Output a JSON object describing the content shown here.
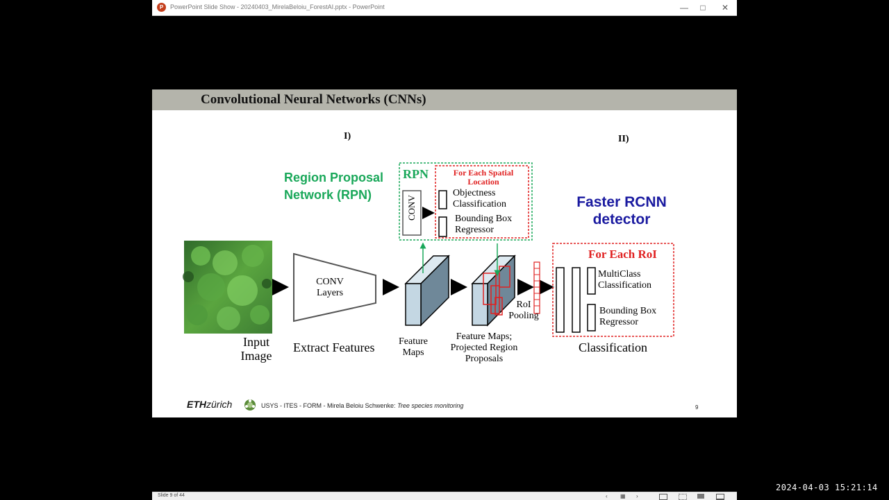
{
  "window": {
    "title": "PowerPoint Slide Show  -  20240403_MirelaBeloiu_ForestAI.pptx  -  PowerPoint",
    "app_icon": "P",
    "controls": {
      "restore_icon": "❐",
      "minimize_icon": "—",
      "maximize_icon": "□",
      "close_icon": "✕"
    }
  },
  "slide": {
    "title": "Convolutional Neural Networks (CNNs)",
    "part_1": "I)",
    "part_2": "II)",
    "rpn_heading": [
      "Region Proposal",
      "Network (RPN)"
    ],
    "rpn_box_label": "RPN",
    "rpn_conv": "CONV",
    "spatial_heading": [
      "For Each Spatial",
      "Location"
    ],
    "objectness": [
      "Objectness",
      "Classification"
    ],
    "bbox_regressor": [
      "Bounding Box",
      "Regressor"
    ],
    "faster_rcnn": [
      "Faster RCNN",
      "detector"
    ],
    "conv_layers": [
      "CONV",
      "Layers"
    ],
    "input_image": [
      "Input",
      "Image"
    ],
    "extract_features": "Extract Features",
    "feature_maps": [
      "Feature",
      "Maps"
    ],
    "feature_maps_projected": [
      "Feature Maps;",
      "Projected Region",
      "Proposals"
    ],
    "roi_pooling": [
      "RoI",
      "Pooling"
    ],
    "for_each_roi": "For Each RoI",
    "multiclass": [
      "MultiClass",
      "Classification"
    ],
    "bbox_regressor_2": [
      "Bounding Box",
      "Regressor"
    ],
    "classification": "Classification",
    "footer": {
      "logo_eth": "ETH",
      "logo_zurich": "zürich",
      "text": "USYS - ITES - FORM  - Mirela Beloiu Schwenke: ",
      "text_italic": "Tree species monitoring",
      "slide_number": "9"
    },
    "colors": {
      "green": "#1aa85a",
      "red": "#e02020",
      "blue": "#1a1aa0",
      "header_bar": "#b4b4ab"
    }
  },
  "statusbar": {
    "slide_info": "Slide 9 of 44",
    "prev_icon": "‹",
    "grid_icon": "▦",
    "next_icon": "›"
  },
  "clock": "2024-04-03  15:21:14"
}
